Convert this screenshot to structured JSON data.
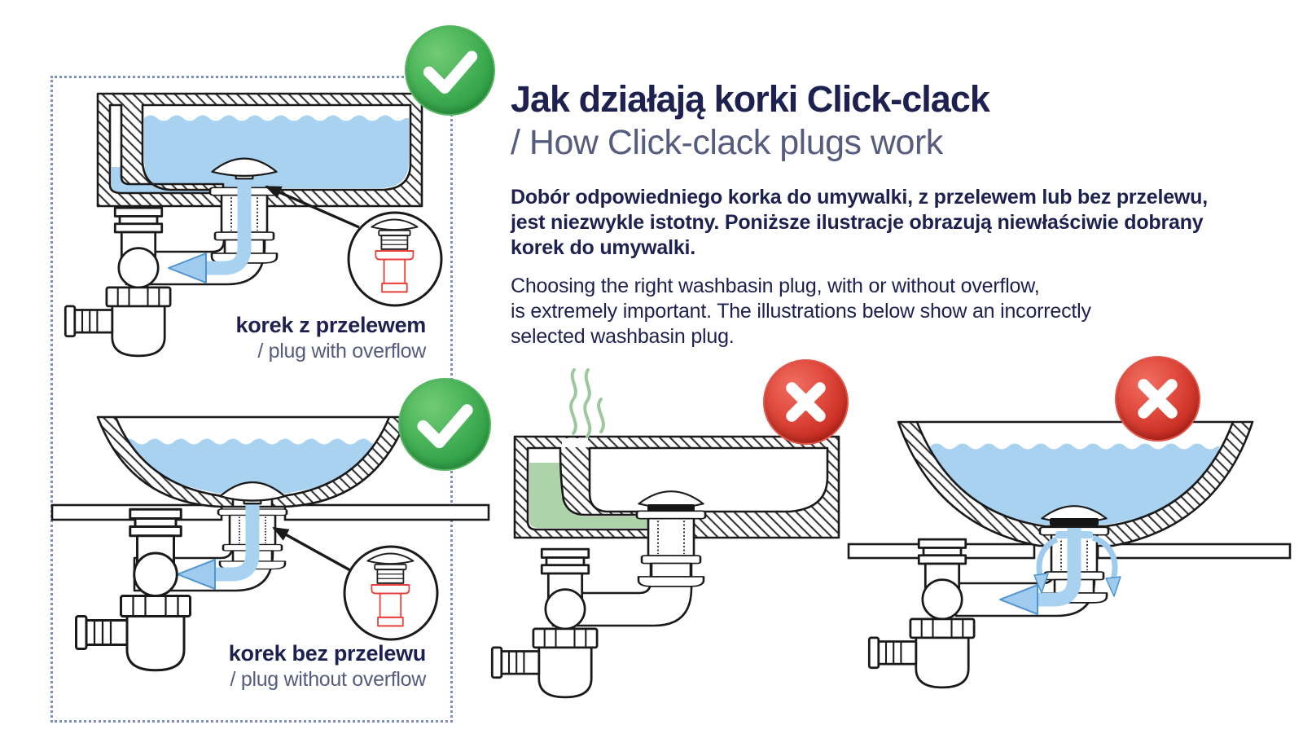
{
  "header": {
    "title_pl": "Jak działają korki Click-clack",
    "title_en": "/ How Click-clack plugs work",
    "intro_pl_lines": [
      "Dobór odpowiedniego korka do umywalki, z przelewem lub bez przelewu,",
      "jest niezwykle istotny. Poniższe ilustracje obrazują niewłaściwie dobrany",
      "korek do umywalki."
    ],
    "intro_en_lines": [
      "Choosing the right washbasin plug, with or without overflow,",
      "is extremely important. The illustrations below show an incorrectly",
      "selected washbasin plug."
    ]
  },
  "figures": {
    "plug_with_overflow": {
      "label_pl": "korek z przelewem",
      "label_en": "/ plug with overflow",
      "status": "correct",
      "status_icon": "check-icon"
    },
    "plug_without_overflow": {
      "label_pl": "korek bez przelewu",
      "label_en": "/ plug without overflow",
      "status": "correct",
      "status_icon": "check-icon"
    },
    "wrong_plug_smell": {
      "status": "incorrect",
      "status_icon": "x-icon"
    },
    "wrong_plug_leak": {
      "status": "incorrect",
      "status_icon": "x-icon"
    }
  },
  "colors": {
    "navy": "#1d2150",
    "muted": "#555c7e",
    "water": "#a9d2f1",
    "arrow_fill": "#9fcbee",
    "arrow_stroke": "#4d94d0",
    "ok_green": "#2f9e44",
    "error_red": "#c62b20",
    "overflow_green": "#aed3ab",
    "smell_green": "#9cc89c",
    "line": "#1a1a1a",
    "border_dots": "#7b8fc0",
    "plug_red": "#e8413c",
    "seal_black": "#151515"
  }
}
